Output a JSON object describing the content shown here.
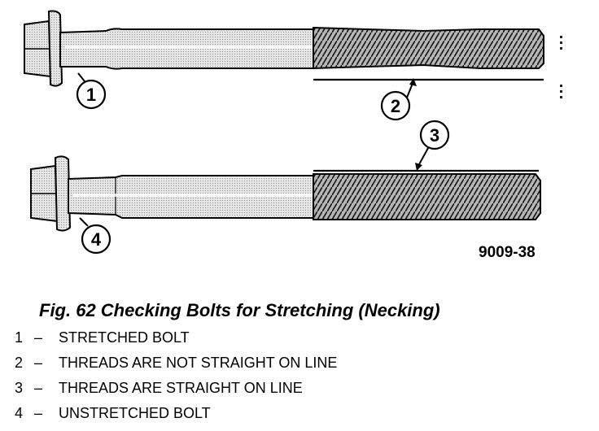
{
  "figure": {
    "code": "9009-38",
    "caption": "Fig. 62 Checking Bolts for Stretching (Necking)"
  },
  "callouts": [
    "1",
    "2",
    "3",
    "4"
  ],
  "legend": [
    {
      "number": "1",
      "dash": "–",
      "text": "STRETCHED BOLT"
    },
    {
      "number": "2",
      "dash": "–",
      "text": "THREADS ARE NOT STRAIGHT ON LINE"
    },
    {
      "number": "3",
      "dash": "–",
      "text": "THREADS ARE STRAIGHT ON LINE"
    },
    {
      "number": "4",
      "dash": "–",
      "text": "UNSTRETCHED BOLT"
    }
  ],
  "colors": {
    "ink": "#000000",
    "shank": "#d9d9d9",
    "threads": "#9a9a9a",
    "background": "#ffffff"
  }
}
